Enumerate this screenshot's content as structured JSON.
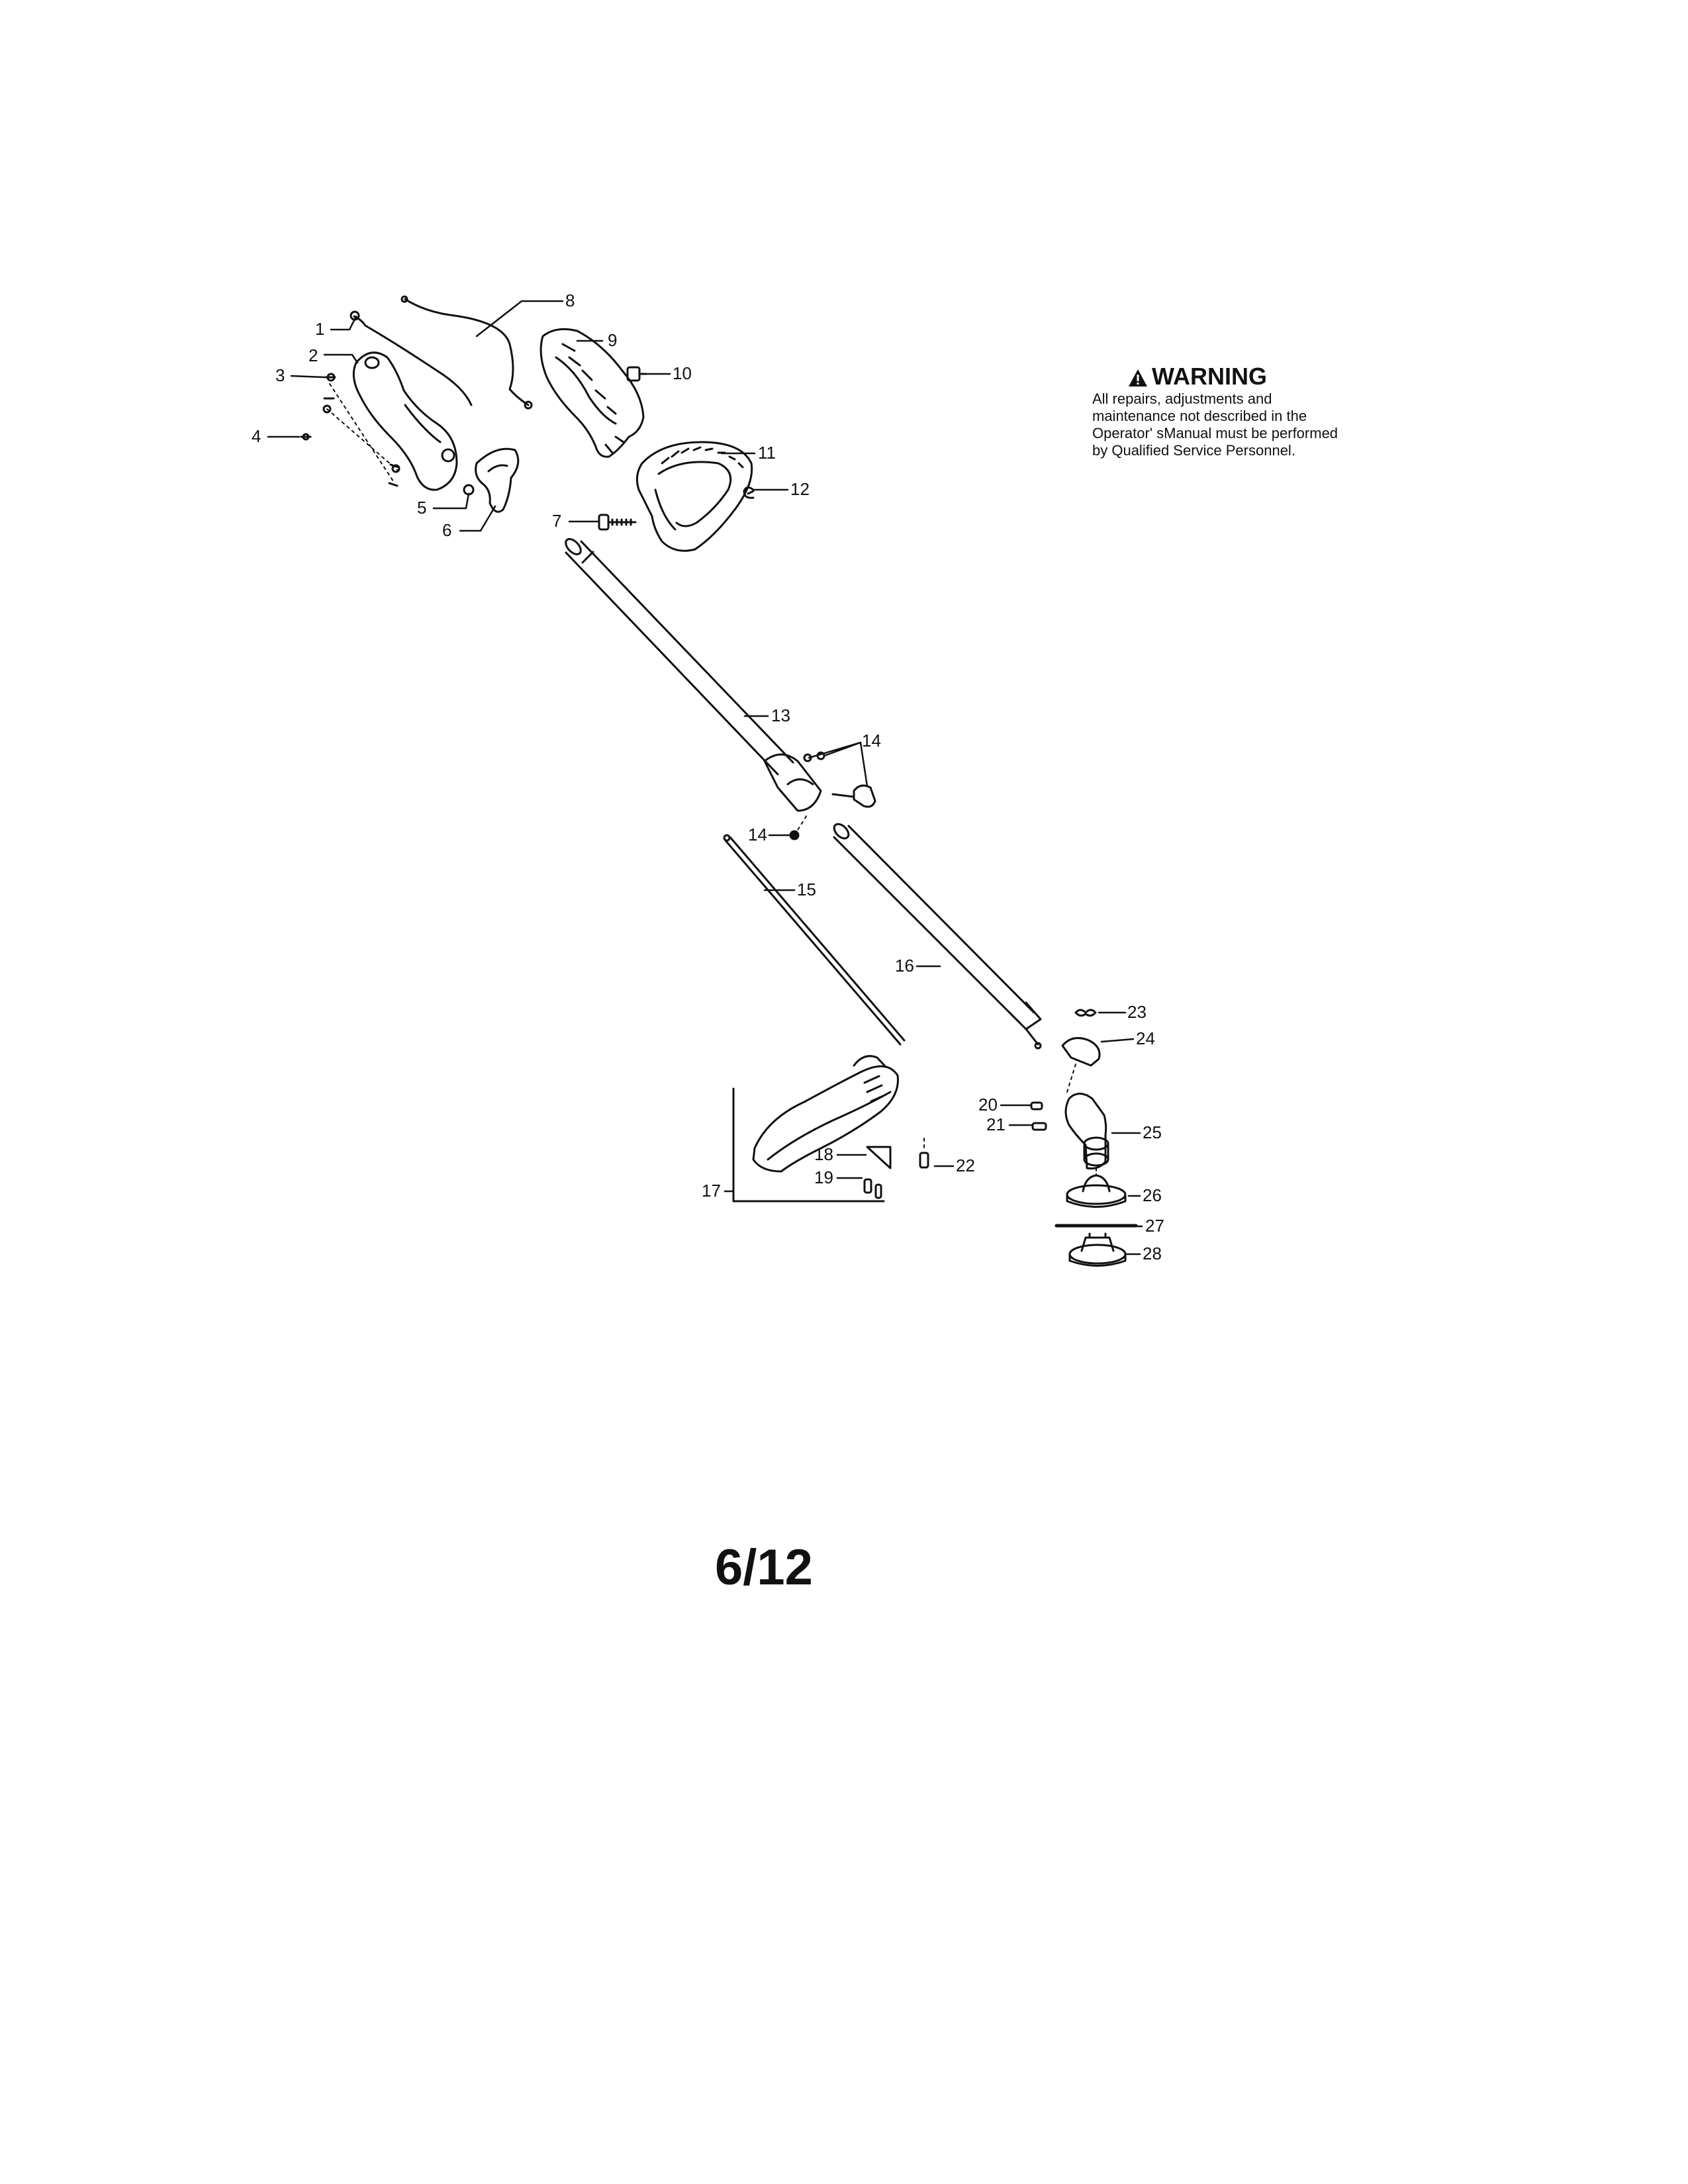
{
  "warning": {
    "title": "WARNING",
    "text": "All repairs, adjustments and maintenance not described in the Operator' sManual must be performed by Qualified Service Personnel."
  },
  "page_number": "6/12",
  "parts": [
    {
      "id": "part-1",
      "label": "1"
    },
    {
      "id": "part-2",
      "label": "2"
    },
    {
      "id": "part-3",
      "label": "3"
    },
    {
      "id": "part-4",
      "label": "4"
    },
    {
      "id": "part-5",
      "label": "5"
    },
    {
      "id": "part-6",
      "label": "6"
    },
    {
      "id": "part-7",
      "label": "7"
    },
    {
      "id": "part-8",
      "label": "8"
    },
    {
      "id": "part-9",
      "label": "9"
    },
    {
      "id": "part-10",
      "label": "10"
    },
    {
      "id": "part-11",
      "label": "11"
    },
    {
      "id": "part-12",
      "label": "12"
    },
    {
      "id": "part-13",
      "label": "13"
    },
    {
      "id": "part-14",
      "label": "14"
    },
    {
      "id": "part-14b",
      "label": "14"
    },
    {
      "id": "part-15",
      "label": "15"
    },
    {
      "id": "part-16",
      "label": "16"
    },
    {
      "id": "part-17",
      "label": "17"
    },
    {
      "id": "part-18",
      "label": "18"
    },
    {
      "id": "part-19",
      "label": "19"
    },
    {
      "id": "part-20",
      "label": "20"
    },
    {
      "id": "part-21",
      "label": "21"
    },
    {
      "id": "part-22",
      "label": "22"
    },
    {
      "id": "part-23",
      "label": "23"
    },
    {
      "id": "part-24",
      "label": "24"
    },
    {
      "id": "part-25",
      "label": "25"
    },
    {
      "id": "part-26",
      "label": "26"
    },
    {
      "id": "part-27",
      "label": "27"
    },
    {
      "id": "part-28",
      "label": "28"
    }
  ]
}
